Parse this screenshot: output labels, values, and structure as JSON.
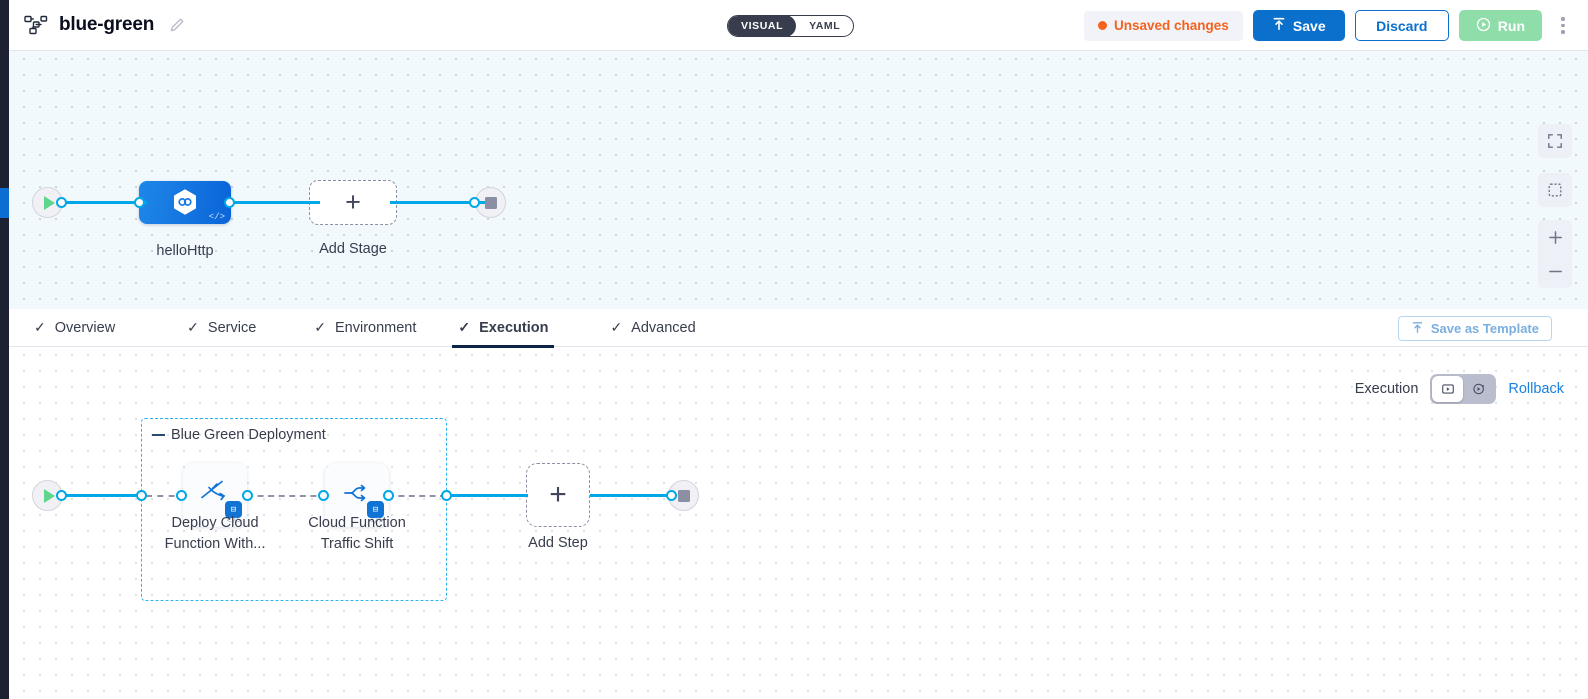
{
  "header": {
    "pipeline_icon": "pipeline-nodes-icon",
    "title": "blue-green",
    "edit_icon": "pencil-icon",
    "mode_toggle": {
      "options": [
        "VISUAL",
        "YAML"
      ],
      "selected": "VISUAL"
    },
    "unsaved_label": "Unsaved changes",
    "save_label": "Save",
    "discard_label": "Discard",
    "run_label": "Run",
    "more_icon": "kebab-menu-icon",
    "accent_blue": "#0b70cc",
    "accent_orange": "#f4631e",
    "run_green": "#8fdda9"
  },
  "stage_canvas": {
    "start_icon": "play-icon",
    "end_icon": "stop-icon",
    "stage": {
      "label": "helloHttp",
      "icon": "infinity-hexagon-icon",
      "code_badge": "</>"
    },
    "add_stage": {
      "label": "Add Stage",
      "icon": "plus-icon"
    },
    "controls": [
      {
        "name": "fullscreen-button",
        "icon": "fullscreen-icon"
      },
      {
        "name": "fit-to-screen-button",
        "icon": "fit-screen-icon"
      },
      {
        "name": "zoom-in-button",
        "icon": "plus-icon"
      },
      {
        "name": "zoom-out-button",
        "icon": "minus-icon"
      }
    ]
  },
  "tabs": {
    "items": [
      {
        "label": "Overview",
        "check": "✓",
        "active": false
      },
      {
        "label": "Service",
        "check": "✓",
        "active": false
      },
      {
        "label": "Environment",
        "check": "✓",
        "active": false
      },
      {
        "label": "Execution",
        "check": "✓",
        "active": true
      },
      {
        "label": "Advanced",
        "check": "✓",
        "active": false
      }
    ],
    "save_as_template_label": "Save as Template",
    "save_as_template_icon": "template-upload-icon"
  },
  "execution_controls": {
    "label": "Execution",
    "toggle": [
      {
        "name": "execution-view-button",
        "icon": "execution-box-icon",
        "selected": true
      },
      {
        "name": "rollback-view-button",
        "icon": "rollback-circle-icon",
        "selected": false
      }
    ],
    "rollback_label": "Rollback"
  },
  "step_canvas": {
    "start_icon": "play-icon",
    "end_icon": "stop-icon",
    "group": {
      "title": "Blue Green Deployment",
      "collapse_icon": "collapse-dash-icon",
      "steps": [
        {
          "label_line1": "Deploy Cloud",
          "label_line2": "Function With...",
          "icon": "deploy-function-icon",
          "badge": "⊟",
          "code_badge": "</>"
        },
        {
          "label_line1": "Cloud Function",
          "label_line2": "Traffic Shift",
          "icon": "traffic-shift-icon",
          "badge": "⊟",
          "code_badge": "</>"
        }
      ]
    },
    "add_step": {
      "label": "Add Step",
      "icon": "plus-icon"
    }
  }
}
